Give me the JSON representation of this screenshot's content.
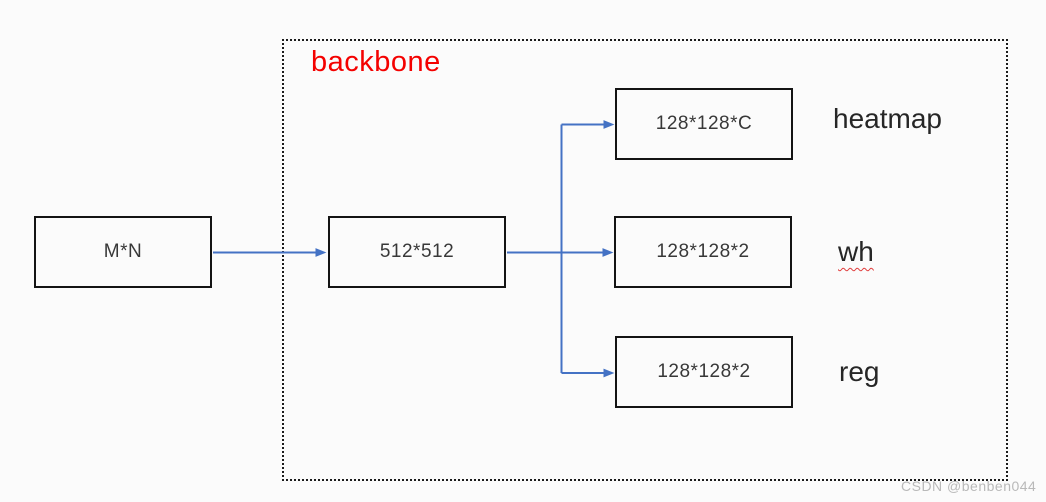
{
  "diagram": {
    "backbone_label": "backbone",
    "nodes": {
      "input": {
        "label": "M*N"
      },
      "backbone": {
        "label": "512*512"
      },
      "heatmap": {
        "label": "128*128*C"
      },
      "wh": {
        "label": "128*128*2"
      },
      "reg": {
        "label": "128*128*2"
      }
    },
    "outputs": {
      "heatmap": "heatmap",
      "wh": "wh",
      "reg": "reg"
    }
  },
  "watermark": "CSDN @benben044",
  "colors": {
    "arrow": "#4472c4",
    "backbone_label": "#f40100",
    "box_border": "#141414",
    "box_text": "#383838",
    "output_text": "#262626",
    "wavy_underline": "#e03a3a",
    "watermark": "#b9b9b9",
    "background": "#fbfbfb"
  }
}
